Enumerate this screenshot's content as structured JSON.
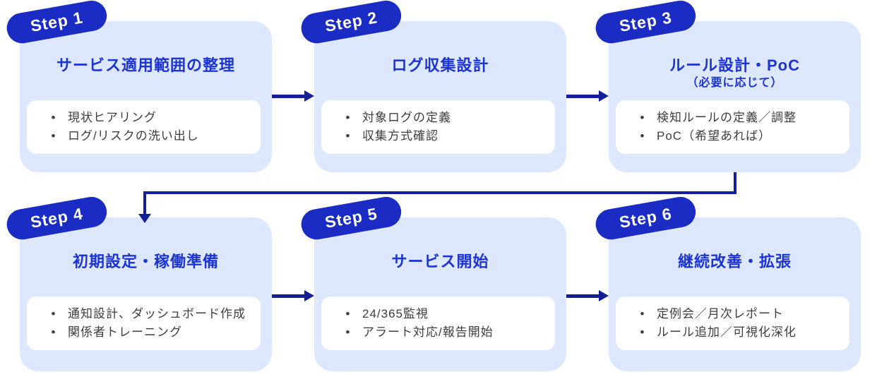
{
  "diagram": {
    "type": "process-flow",
    "language": "ja",
    "colors": {
      "card_background": "#dde7fd",
      "badge_background": "#1b2cc4",
      "title_text": "#1c33d6",
      "body_text": "#3d3d3d",
      "arrow": "#141f96",
      "inner_box_background": "#ffffff",
      "page_background": "#ffffff"
    }
  },
  "steps": [
    {
      "badge": "Step 1",
      "title": "サービス適用範囲の整理",
      "bullets": [
        "現状ヒアリング",
        "ログ/リスクの洗い出し"
      ]
    },
    {
      "badge": "Step 2",
      "title": "ログ収集設計",
      "bullets": [
        "対象ログの定義",
        "収集方式確認"
      ]
    },
    {
      "badge": "Step 3",
      "title": "ルール設計・PoC",
      "subtitle": "（必要に応じて）",
      "bullets": [
        "検知ルールの定義／調整",
        "PoC（希望あれば）"
      ]
    },
    {
      "badge": "Step 4",
      "title": "初期設定・稼働準備",
      "bullets": [
        "通知設計、ダッシュボード作成",
        "関係者トレーニング"
      ]
    },
    {
      "badge": "Step 5",
      "title": "サービス開始",
      "bullets": [
        "24/365監視",
        "アラート対応/報告開始"
      ]
    },
    {
      "badge": "Step 6",
      "title": "継続改善・拡張",
      "bullets": [
        "定例会／月次レポート",
        "ルール追加／可視化深化"
      ]
    }
  ],
  "bullet_glyph": "•"
}
